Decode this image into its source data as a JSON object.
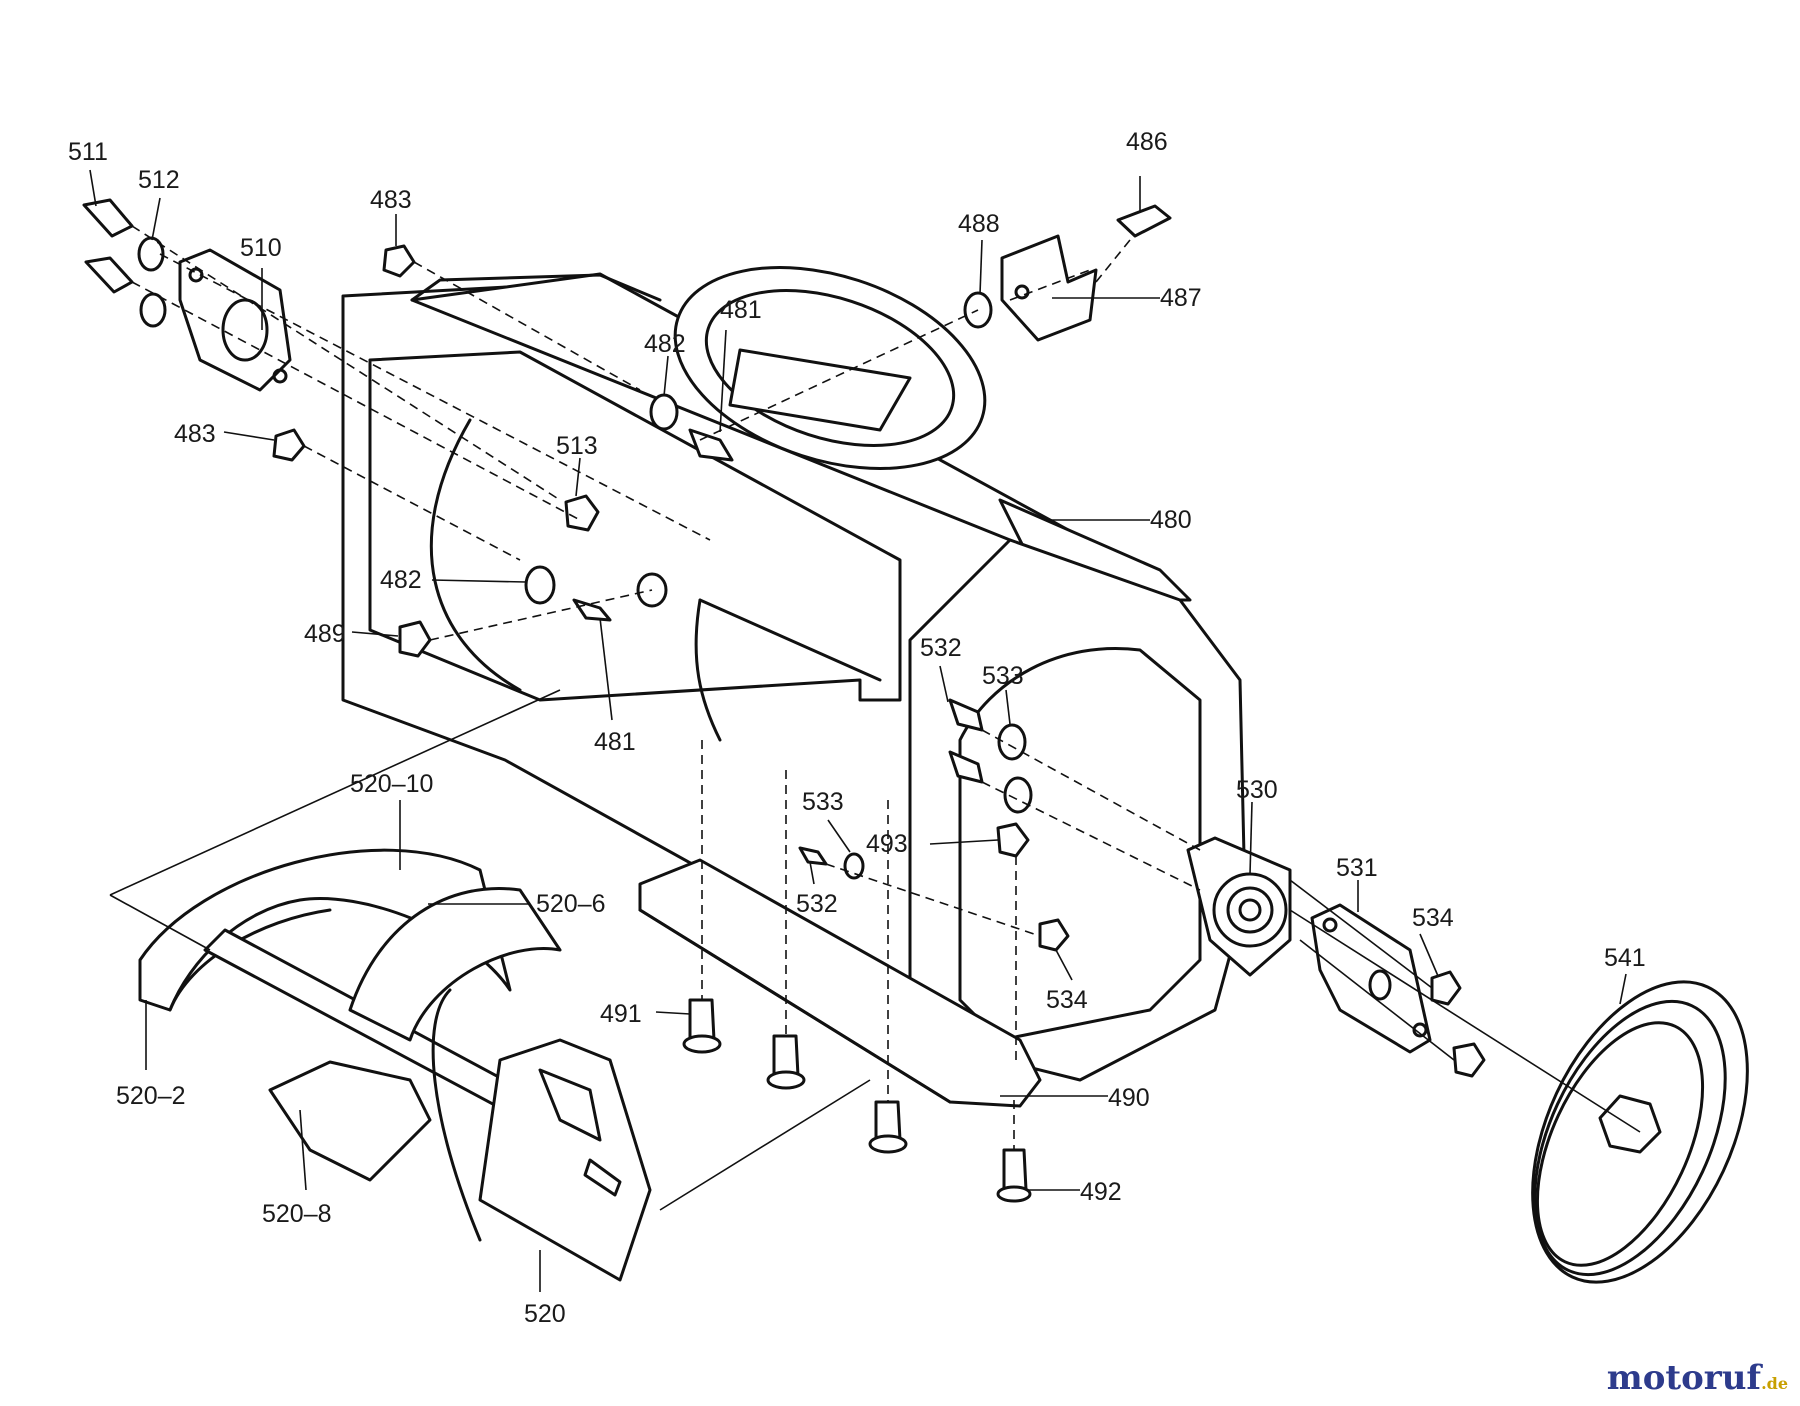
{
  "parts": {
    "p511": "511",
    "p512": "512",
    "p510": "510",
    "p483a": "483",
    "p488": "488",
    "p486": "486",
    "p487": "487",
    "p481a": "481",
    "p482a": "482",
    "p483b": "483",
    "p513": "513",
    "p480": "480",
    "p482b": "482",
    "p489": "489",
    "p481b": "481",
    "p532a": "532",
    "p533a": "533",
    "p520_10": "520–10",
    "p530": "530",
    "p533b": "533",
    "p493": "493",
    "p531": "531",
    "p520_6": "520–6",
    "p532b": "532",
    "p534a": "534",
    "p541": "541",
    "p534b": "534",
    "p491": "491",
    "p520_2": "520–2",
    "p490": "490",
    "p492": "492",
    "p520_8": "520–8",
    "p520": "520"
  },
  "watermark": {
    "main": "motoruf",
    "tld": ".de"
  }
}
